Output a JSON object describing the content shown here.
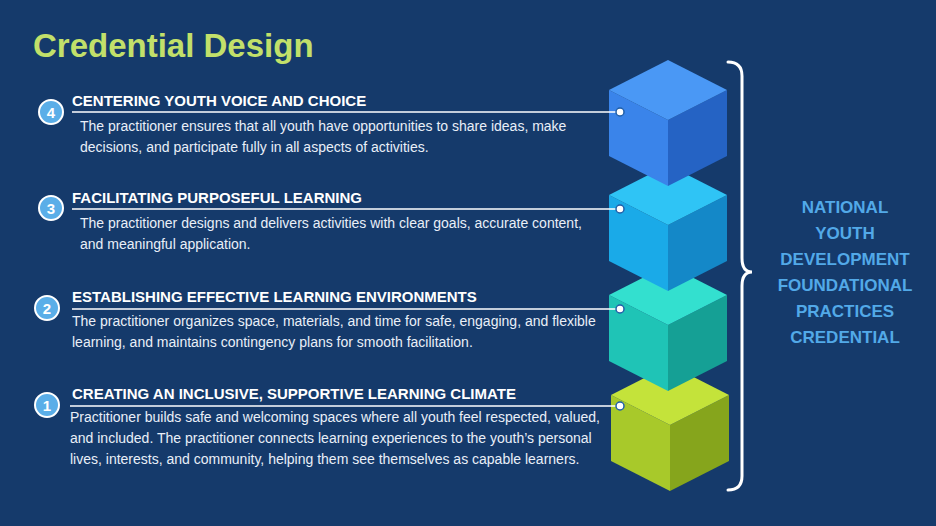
{
  "diagram": {
    "title": "Credential Design",
    "nodes": [
      {
        "text": [
          "4"
        ]
      },
      {
        "text": [
          "CENTERING YOUTH VOICE AND CHOICE",
          "The practitioner ensures that all youth have opportunities to share ideas, make decisions, and participate fully in all aspects of activities."
        ]
      },
      {
        "text": [
          "3"
        ]
      },
      {
        "text": [
          "FACILITATING PURPOSEFUL LEARNING",
          "The practitioner designs and delivers activities with clear goals, accurate content, and meaningful application."
        ]
      },
      {
        "text": [
          "2"
        ]
      },
      {
        "text": [
          "ESTABLISHING EFFECTIVE LEARNING ENVIRONMENTS",
          "The practitioner organizes space, materials, and time for safe, engaging, and flexible learning, and maintains contingency plans for smooth facilitation."
        ]
      },
      {
        "text": [
          "1"
        ]
      },
      {
        "text": [
          "CREATING AN INCLUSIVE, SUPPORTIVE LEARNING CLIMATE",
          "Practitioner builds safe and welcoming spaces where all youth feel respected, valued, and included. The practitioner connects learning experiences to the youth’s personal lives, interests, and community, helping them see themselves as capable learners."
        ]
      }
    ],
    "labels": [
      "NATIONAL YOUTH DEVELOPMENT FOUNDATIONAL PRACTICES CREDENTIAL"
    ]
  }
}
